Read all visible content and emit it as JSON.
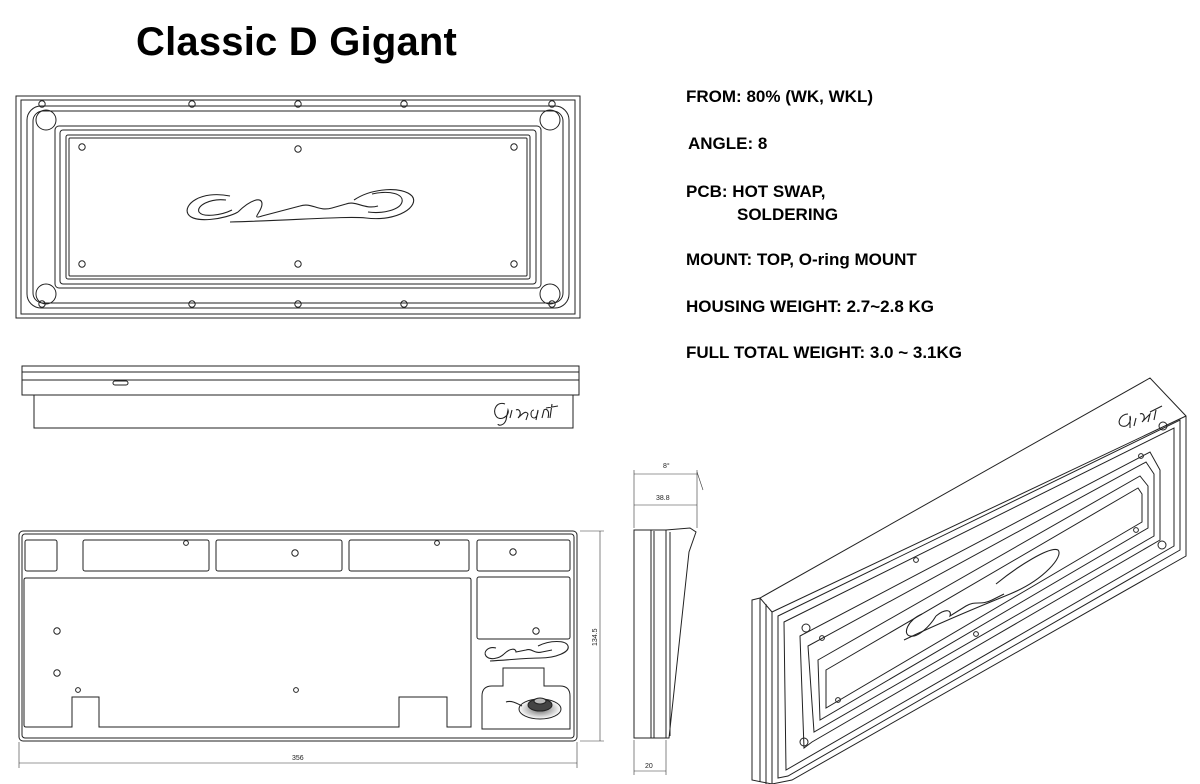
{
  "title": "Classic D Gigant",
  "specs": [
    {
      "label": "FROM:",
      "value": "80% (WK, WKL)"
    },
    {
      "label": "ANGLE:",
      "value": "8"
    },
    {
      "label": "PCB:",
      "value": "HOT SWAP,",
      "value2": "SOLDERING"
    },
    {
      "label": "MOUNT:",
      "value": "TOP, O-ring MOUNT"
    },
    {
      "label": "HOUSING WEIGHT:",
      "value": "2.7~2.8 KG"
    },
    {
      "label": "FULL TOTAL WEIGHT:",
      "value": "3.0 ~ 3.1KG"
    }
  ],
  "dimensions": {
    "width": "356",
    "depth": "134.5",
    "angle": "8°",
    "top_height": "38.8",
    "bottom_height": "20"
  },
  "logos": {
    "classic": "Classic D",
    "gigant": "Gigant"
  }
}
